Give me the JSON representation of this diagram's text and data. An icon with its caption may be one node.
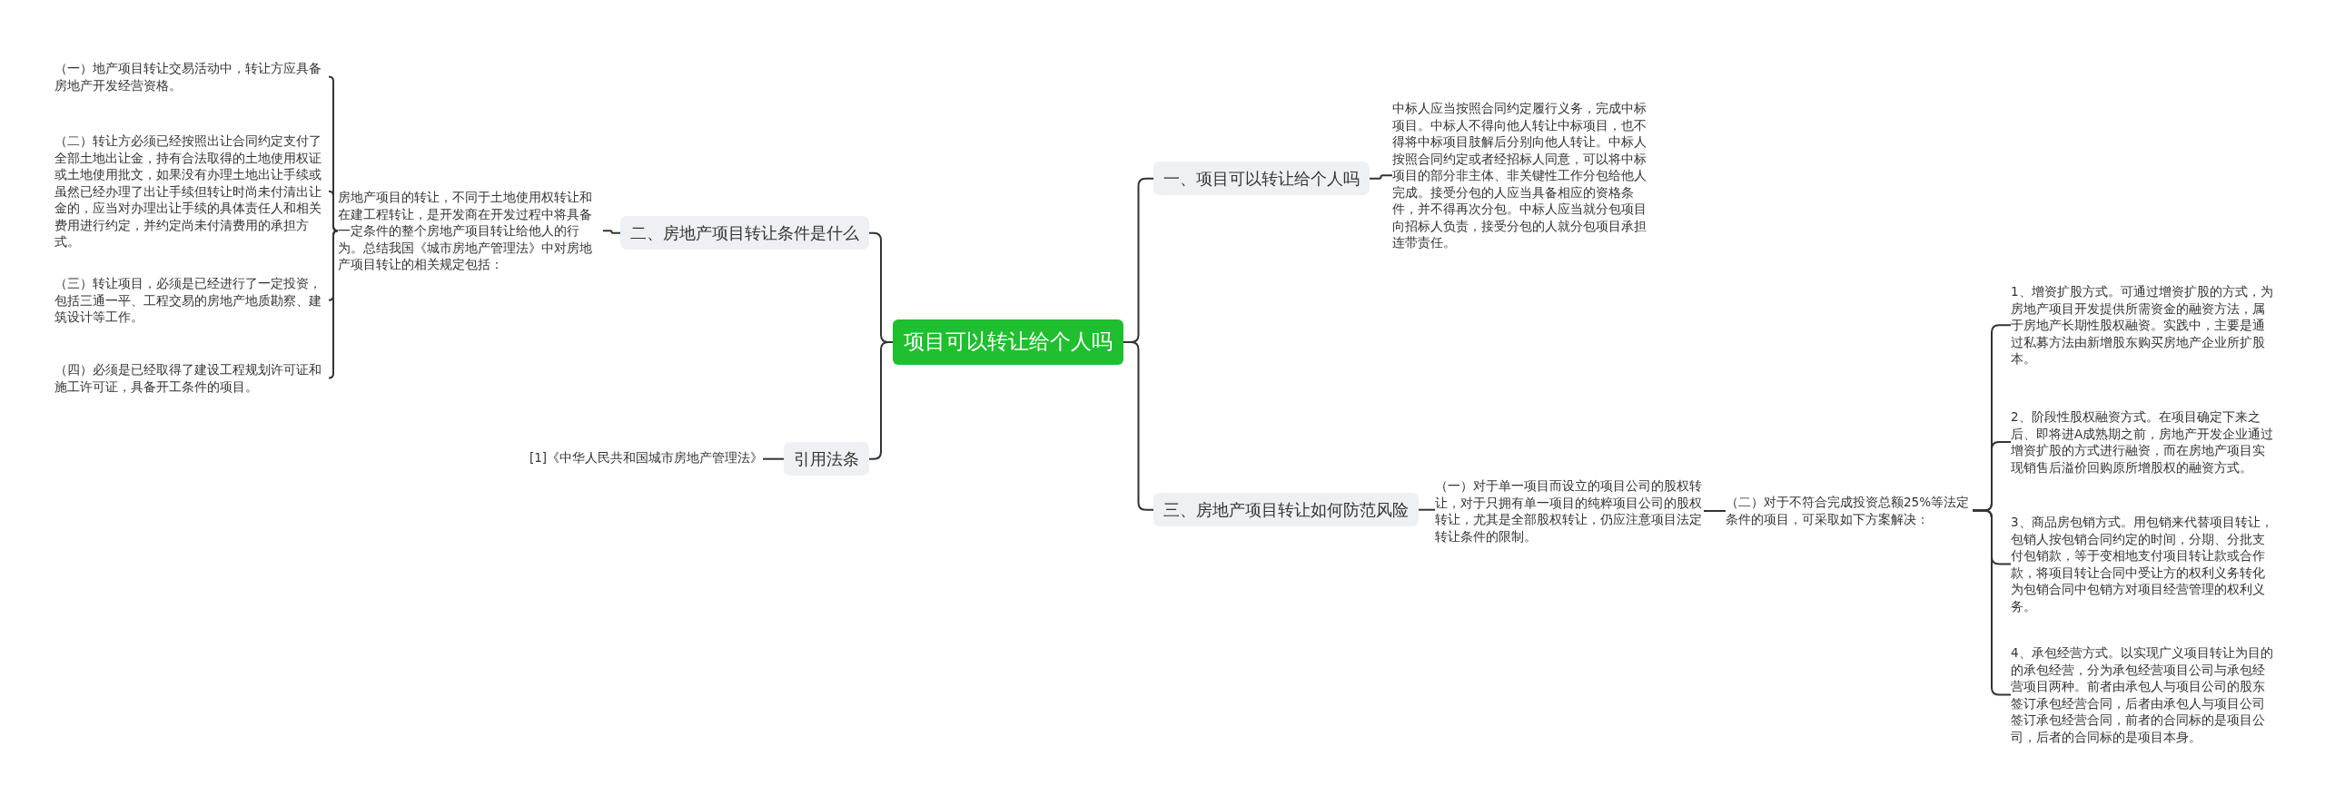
{
  "diagram": {
    "nodes": [
      {
        "text": [
          "项目可以转让给个人吗"
        ]
      },
      {
        "text": [
          "一、项目可以转让给个人吗"
        ]
      },
      {
        "text": [
          "中标人应当按照合同约定履行义务，完成中标项目。中标人不得向他人转让中标项目，也不得将中标项目肢解后分别向他人转让。中标人按照合同约定或者经招标人同意，可以将中标项目的部分非主体、非关键性工作分包给他人完成。接受分包的人应当具备相应的资格条件，并不得再次分包。中标人应当就分包项目向招标人负责，接受分包的人就分包项目承担连带责任。"
        ]
      },
      {
        "text": [
          "二、房地产项目转让条件是什么"
        ]
      },
      {
        "text": [
          "房地产项目的转让，不同于土地使用权转让和在建工程转让，是开发商在开发过程中将具备一定条件的整个房地产项目转让给他人的行为。总结我国《城市房地产管理法》中对房地产项目转让的相关规定包括："
        ]
      },
      {
        "text": [
          "（一）地产项目转让交易活动中，转让方应具备房地产开发经营资格。"
        ]
      },
      {
        "text": [
          "（二）转让方必须已经按照出让合同约定支付了全部土地出让金，持有合法取得的土地使用权证或土地使用批文，如果没有办理土地出让手续或虽然已经办理了出让手续但转让时尚未付清出让金的，应当对办理出让手续的具体责任人和相关费用进行约定，并约定尚未付清费用的承担方式。"
        ]
      },
      {
        "text": [
          "（三）转让项目，必须是已经进行了一定投资，包括三通一平、工程交易的房地产地质勘察、建筑设计等工作。"
        ]
      },
      {
        "text": [
          "（四）必须是已经取得了建设工程规划许可证和施工许可证，具备开工条件的项目。"
        ]
      },
      {
        "text": [
          "三、房地产项目转让如何防范风险"
        ]
      },
      {
        "text": [
          "（一）对于单一项目而设立的项目公司的股权转让，对于只拥有单一项目的纯粹项目公司的股权转让，尤其是全部股权转让，仍应注意项目法定转让条件的限制。"
        ]
      },
      {
        "text": [
          "（二）对于不符合完成投资总额25%等法定条件的项目，可采取如下方案解决："
        ]
      },
      {
        "text": [
          "1、增资扩股方式。可通过增资扩股的方式，为房地产项目开发提供所需资金的融资方法，属于房地产长期性股权融资。实践中，主要是通过私募方法由新增股东购买房地产企业所扩股本。"
        ]
      },
      {
        "text": [
          "2、阶段性股权融资方式。在项目确定下来之后、即将进A成熟期之前，房地产开发企业通过增资扩股的方式进行融资，而在房地产项目实现销售后溢价回购原所增股权的融资方式。"
        ]
      },
      {
        "text": [
          "3、商品房包销方式。用包销来代替项目转让，包销人按包销合同约定的时间，分期、分批支付包销款，等于变相地支付项目转让款或合作款，将项目转让合同中受让方的权利义务转化为包销合同中包销方对项目经营管理的权利义务。"
        ]
      },
      {
        "text": [
          "4、承包经营方式。以实现广义项目转让为目的的承包经营，分为承包经营项目公司与承包经营项目两种。前者由承包人与项目公司的股东签订承包经营合同，后者由承包人与项目公司签订承包经营合同，前者的合同标的是项目公司，后者的合同标的是项目本身。"
        ]
      },
      {
        "text": [
          "引用法条"
        ]
      },
      {
        "text": [
          "[1]《中华人民共和国城市房地产管理法》"
        ]
      }
    ],
    "edges": [
      {
        "from": 0,
        "to": 1,
        "arrow": "none"
      },
      {
        "from": 1,
        "to": 2,
        "arrow": "none"
      },
      {
        "from": 0,
        "to": 3,
        "arrow": "none"
      },
      {
        "from": 3,
        "to": 4,
        "arrow": "none"
      },
      {
        "from": 4,
        "to": 5,
        "arrow": "none"
      },
      {
        "from": 4,
        "to": 6,
        "arrow": "none"
      },
      {
        "from": 4,
        "to": 7,
        "arrow": "none"
      },
      {
        "from": 4,
        "to": 8,
        "arrow": "none"
      },
      {
        "from": 0,
        "to": 9,
        "arrow": "none"
      },
      {
        "from": 9,
        "to": 10,
        "arrow": "none"
      },
      {
        "from": 10,
        "to": 11,
        "arrow": "none"
      },
      {
        "from": 11,
        "to": 12,
        "arrow": "none"
      },
      {
        "from": 11,
        "to": 13,
        "arrow": "none"
      },
      {
        "from": 11,
        "to": 14,
        "arrow": "none"
      },
      {
        "from": 11,
        "to": 15,
        "arrow": "none"
      },
      {
        "from": 0,
        "to": 16,
        "arrow": "none"
      },
      {
        "from": 16,
        "to": 17,
        "arrow": "none"
      }
    ]
  }
}
